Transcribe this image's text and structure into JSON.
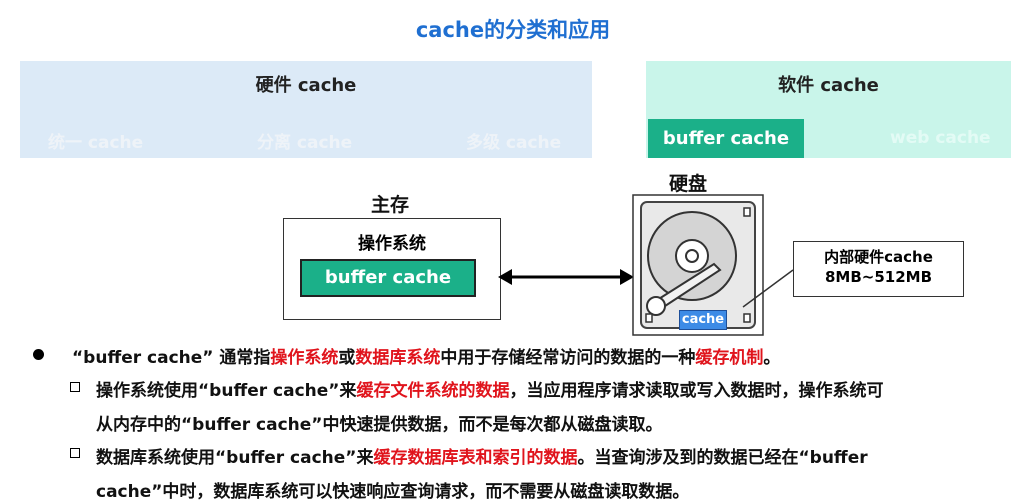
{
  "title": "cache的分类和应用",
  "hardware": {
    "title": "硬件 cache",
    "items": [
      "统一 cache",
      "分离 cache",
      "多级 cache"
    ]
  },
  "software": {
    "title": "软件 cache",
    "items": [
      "buffer cache",
      "web cache"
    ]
  },
  "diagram": {
    "main_memory_label": "主存",
    "os_label": "操作系统",
    "buffer_cache_label": "buffer cache",
    "disk_label": "硬盘",
    "disk_cache_label": "cache",
    "callout_line1": "内部硬件cache",
    "callout_line2": "8MB~512MB"
  },
  "colors": {
    "title": "#1f6fd1",
    "accent_green": "#1bb089",
    "highlight_red": "#e0141c",
    "hw_panel": "#dceaf7",
    "sw_panel": "#c9f5ea",
    "disk_cache_blue": "#3d8be6"
  },
  "bullets": {
    "main": {
      "p1": "“buffer cache” 通常指",
      "r1": "操作系统",
      "p2": "或",
      "r2": "数据库系统",
      "p3": "中用于存储经常访问的数据的一种",
      "r3": "缓存机制",
      "p4": "。"
    },
    "sub1": {
      "line1_a": "操作系统使用“buffer cache”来",
      "line1_red": "缓存文件系统的数据",
      "line1_b": "，当应用程序请求读取或写入数据时，操作系统可",
      "line2": "从内存中的“buffer cache”中快速提供数据，而不是每次都从磁盘读取。"
    },
    "sub2": {
      "line1_a": "数据库系统使用“buffer cache”来",
      "line1_red": "缓存数据库表和索引的数据",
      "line1_b": "。当查询涉及到的数据已经在“buffer",
      "line2": "cache”中时，数据库系统可以快速响应查询请求，而不需要从磁盘读取数据。"
    }
  }
}
